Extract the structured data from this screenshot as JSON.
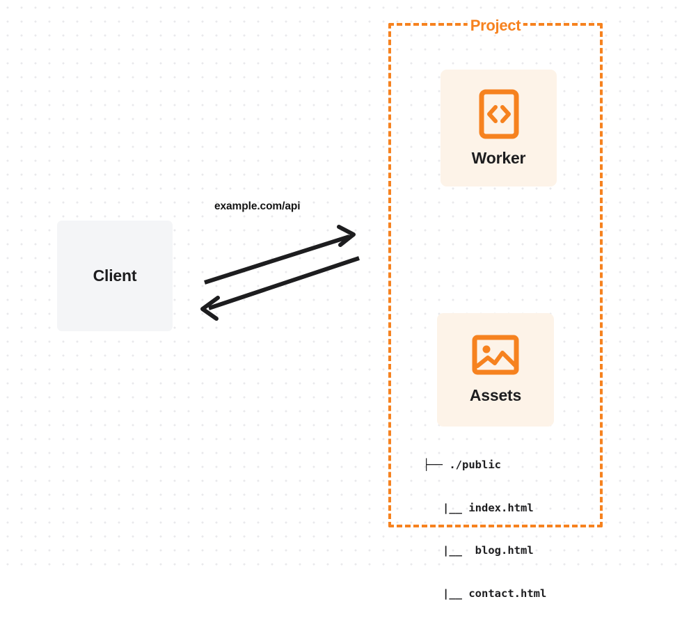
{
  "diagram": {
    "title": "Client to Project (Worker and Assets) request flow",
    "colors": {
      "accent_orange": "#f6821f",
      "card_background": "#fdf3e8",
      "client_background": "#f4f5f7",
      "arrow_stroke": "#1d1d1f",
      "canvas_background": "#ffffff",
      "dot_grid": "#e9e9ec"
    },
    "client": {
      "label": "Client"
    },
    "edge": {
      "label": "example.com/api",
      "request_direction": "client-to-project",
      "response_direction": "project-to-client"
    },
    "project": {
      "title": "Project",
      "nodes": [
        {
          "id": "worker",
          "label": "Worker",
          "icon": "code-brackets-icon"
        },
        {
          "id": "assets",
          "label": "Assets",
          "icon": "image-picture-icon"
        }
      ],
      "file_tree": [
        {
          "connector": "├── ",
          "name": "./public"
        },
        {
          "connector": "   |__ ",
          "name": "index.html"
        },
        {
          "connector": "   |__ ",
          "name": " blog.html"
        },
        {
          "connector": "   |__ ",
          "name": "contact.html"
        }
      ]
    }
  }
}
